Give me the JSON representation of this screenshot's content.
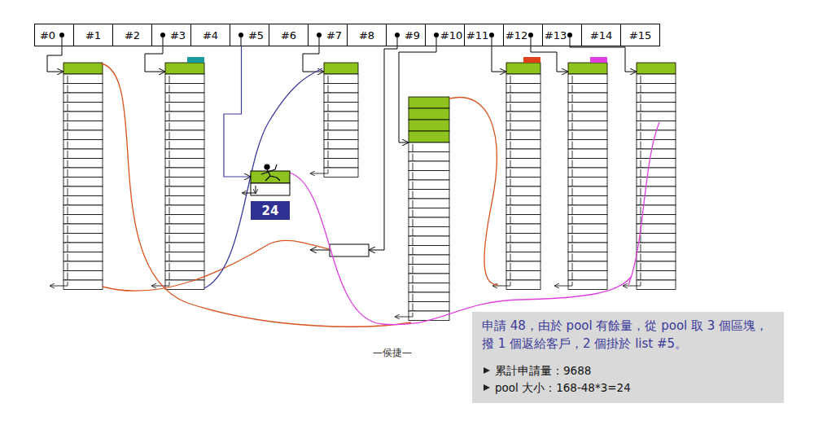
{
  "diagram": {
    "nodes": [
      {
        "text": [
          "#0"
        ]
      },
      {
        "text": [
          "#1"
        ]
      },
      {
        "text": [
          "#2"
        ]
      },
      {
        "text": [
          "#3"
        ]
      },
      {
        "text": [
          "#4"
        ]
      },
      {
        "text": [
          "#5"
        ]
      },
      {
        "text": [
          "#6"
        ]
      },
      {
        "text": [
          "#7"
        ]
      },
      {
        "text": [
          "#8"
        ]
      },
      {
        "text": [
          "#9"
        ]
      },
      {
        "text": [
          "#10"
        ]
      },
      {
        "text": [
          "#11"
        ]
      },
      {
        "text": [
          "#12"
        ]
      },
      {
        "text": [
          "#13"
        ]
      },
      {
        "text": [
          "#14"
        ]
      },
      {
        "text": [
          "#15"
        ]
      },
      {
        "text": [
          "24"
        ]
      },
      {
        "text": [
          "申請 48，由於 pool 有餘量，從 pool 取 3 個區塊，撥 1 個返給客戶，2 個掛於 list #5。",
          "累計申請量：9688",
          "pool 大小：168-48*3=24"
        ]
      }
    ],
    "edges": [
      {
        "from": 5,
        "to": 16,
        "arrow": "to"
      }
    ],
    "labels": [
      "—侯捷—"
    ]
  }
}
